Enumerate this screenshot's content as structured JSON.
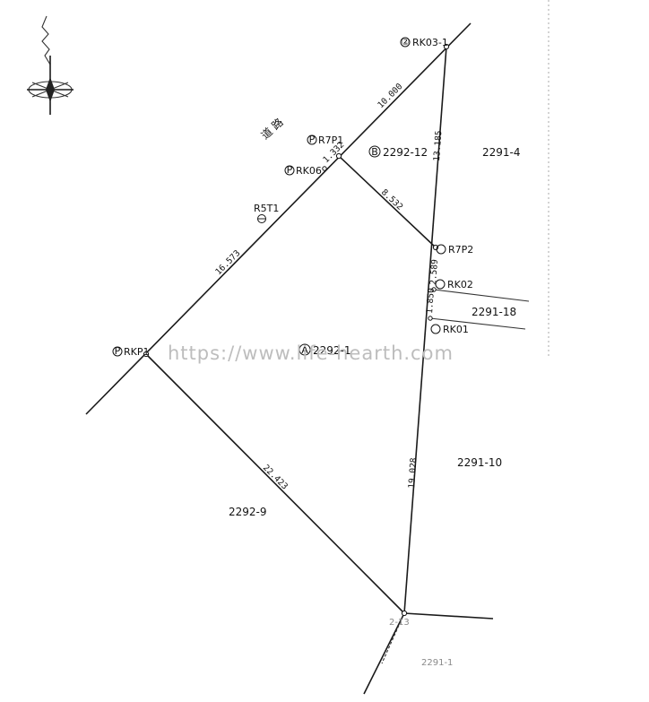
{
  "road_label": "道 路",
  "watermark": "https://www.life-hearth.com",
  "parcels": {
    "a_mark": "A",
    "a_number": "2292-1",
    "b_mark": "B",
    "b_number": "2292-12",
    "neighbor_2291_4": "2291-4",
    "neighbor_2291_18": "2291-18",
    "neighbor_2291_10": "2291-10",
    "neighbor_2292_9": "2292-9",
    "bottom_faint": "2291-1"
  },
  "points": {
    "rk03_1_mark": "②",
    "rk03_1": "RK03-1",
    "r7p1_mark": "P",
    "r7p1": "R7P1",
    "rk06_mark": "P",
    "rk06": "RK06",
    "r5t1": "R5T1",
    "r7p2": "R7P2",
    "rk02": "RK02",
    "rk01": "RK01",
    "rkp1_mark": "P",
    "rkp1": "RKP1",
    "bottom_point": "2-13"
  },
  "measurements": {
    "m_10_000": "10.000",
    "m_1_332": "1.332",
    "m_13_185": "13.185",
    "m_8_532": "8.532",
    "m_16_573": "16.573",
    "m_2_589": "2.589",
    "m_1_850": "1.850",
    "m_19_028": "19.028",
    "m_22_423": "22.423"
  },
  "compass": {
    "icon": "north-arrow-icon"
  }
}
